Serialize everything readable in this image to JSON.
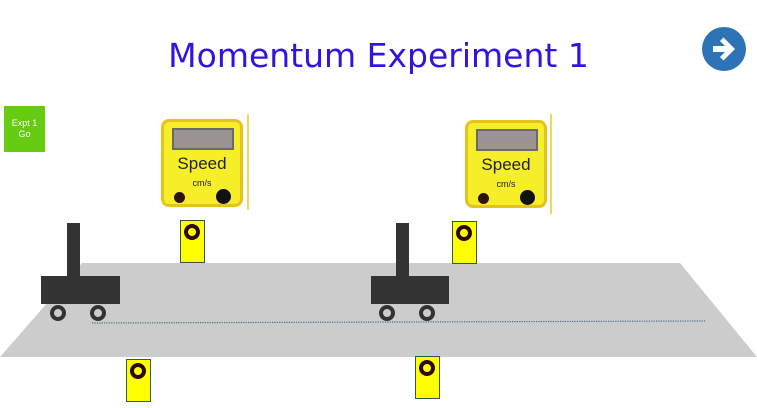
{
  "header": {
    "title": "Momentum Experiment 1",
    "next_icon": "arrow-right-circle-icon"
  },
  "controls": {
    "go_button": {
      "line1": "Expt 1",
      "line2": "Go",
      "color": "#66cc11"
    }
  },
  "meters": [
    {
      "label": "Speed",
      "unit": "cm/s",
      "reading": ""
    },
    {
      "label": "Speed",
      "unit": "cm/s",
      "reading": ""
    }
  ],
  "colors": {
    "title": "#3214e0",
    "track": "#cccccc",
    "cart": "#333333",
    "gate": "#ffff00",
    "meter": "#f7ee2a",
    "next_button": "#2f73b7"
  }
}
